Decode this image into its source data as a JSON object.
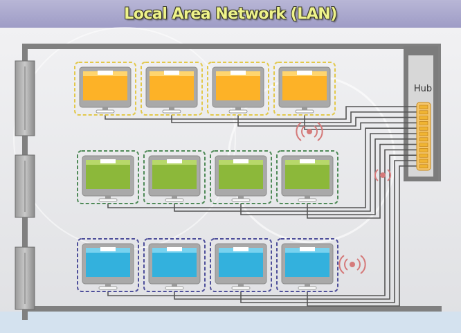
{
  "title": "Local Area Network (LAN)",
  "hub": {
    "label": "Hub"
  },
  "rows": [
    {
      "name": "orange",
      "count": 4,
      "screen_color": "#fdb227",
      "screen_light": "#ffd56e",
      "border_color": "#e2c84a"
    },
    {
      "name": "green",
      "count": 4,
      "screen_color": "#8cb83a",
      "screen_light": "#b7d86a",
      "border_color": "#4f8a58"
    },
    {
      "name": "blue",
      "count": 4,
      "screen_color": "#33b1dd",
      "screen_light": "#78d2ef",
      "border_color": "#4d4e9a"
    }
  ],
  "colors": {
    "cable": "#555555",
    "frame": "#808080",
    "hub_port": "#f0b432",
    "wifi_icon": "#d57a7a"
  },
  "icons": [
    "router-icon",
    "wifi-signal-icon",
    "computer-monitor-icon"
  ]
}
